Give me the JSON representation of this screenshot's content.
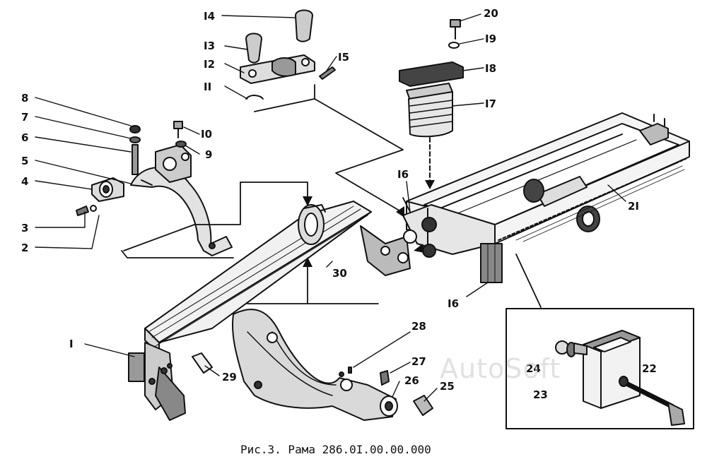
{
  "callouts": [
    {
      "id": "I",
      "text": "I"
    },
    {
      "id": "2",
      "text": "2"
    },
    {
      "id": "3",
      "text": "3"
    },
    {
      "id": "4",
      "text": "4"
    },
    {
      "id": "5",
      "text": "5"
    },
    {
      "id": "6",
      "text": "6"
    },
    {
      "id": "7",
      "text": "7"
    },
    {
      "id": "8",
      "text": "8"
    },
    {
      "id": "9",
      "text": "9"
    },
    {
      "id": "I0",
      "text": "I0"
    },
    {
      "id": "II",
      "text": "II"
    },
    {
      "id": "I2",
      "text": "I2"
    },
    {
      "id": "I3",
      "text": "I3"
    },
    {
      "id": "I4",
      "text": "I4"
    },
    {
      "id": "I5",
      "text": "I5"
    },
    {
      "id": "I6a",
      "text": "I6"
    },
    {
      "id": "I6b",
      "text": "I6"
    },
    {
      "id": "I7",
      "text": "I7"
    },
    {
      "id": "I8",
      "text": "I8"
    },
    {
      "id": "I9",
      "text": "I9"
    },
    {
      "id": "20",
      "text": "20"
    },
    {
      "id": "2I",
      "text": "2I"
    },
    {
      "id": "22",
      "text": "22"
    },
    {
      "id": "23",
      "text": "23"
    },
    {
      "id": "24",
      "text": "24"
    },
    {
      "id": "25",
      "text": "25"
    },
    {
      "id": "26",
      "text": "26"
    },
    {
      "id": "27",
      "text": "27"
    },
    {
      "id": "28",
      "text": "28"
    },
    {
      "id": "29",
      "text": "29"
    },
    {
      "id": "30",
      "text": "30"
    }
  ],
  "caption": "Рис.3. Рама 286.0I.00.00.000",
  "watermark": "AutoSoft",
  "colors": {
    "ink": "#111111",
    "paper": "#ffffff",
    "watermark": "#c9c9c9"
  }
}
